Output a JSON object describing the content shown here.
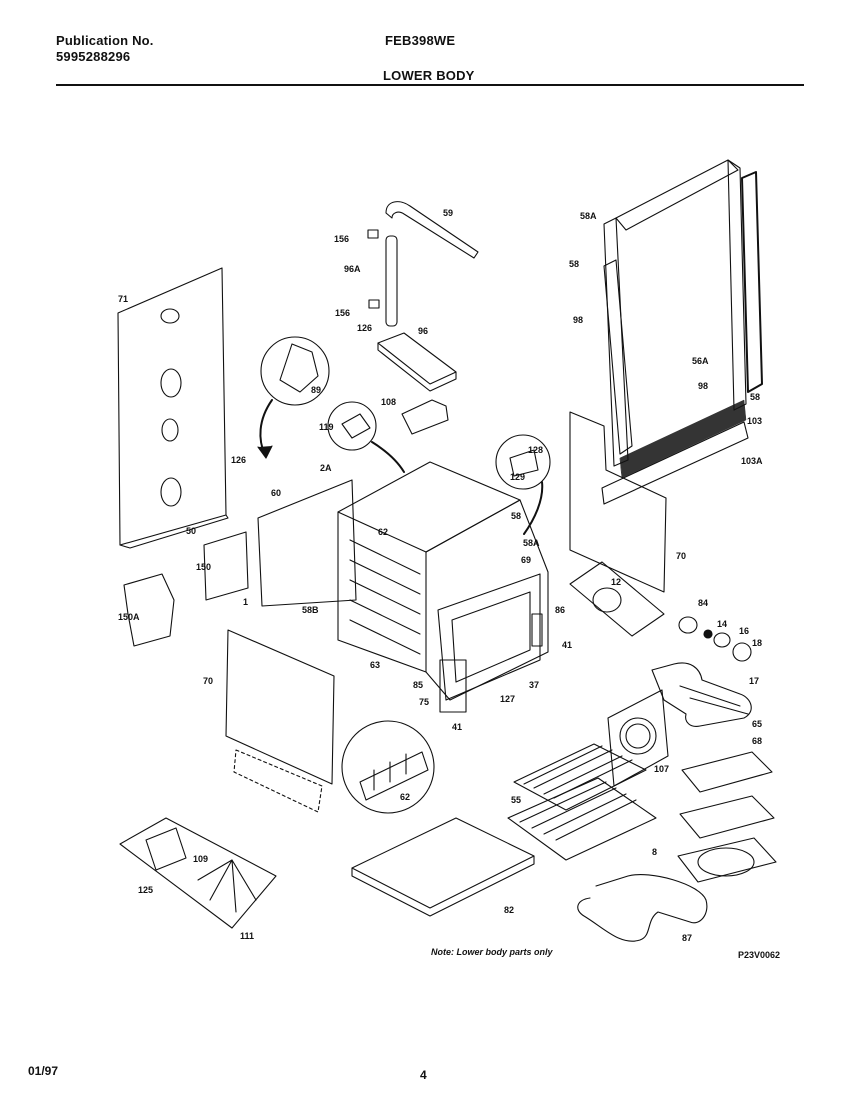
{
  "header": {
    "publication_label": "Publication No.",
    "publication_number": "5995288296",
    "model": "FEB398WE",
    "section": "LOWER BODY"
  },
  "callouts": [
    {
      "id": "c59",
      "text": "59"
    },
    {
      "id": "c156a",
      "text": "156"
    },
    {
      "id": "c96a",
      "text": "96A"
    },
    {
      "id": "c156b",
      "text": "156"
    },
    {
      "id": "c126a",
      "text": "126"
    },
    {
      "id": "c96",
      "text": "96"
    },
    {
      "id": "c71",
      "text": "71"
    },
    {
      "id": "c89",
      "text": "89"
    },
    {
      "id": "c108",
      "text": "108"
    },
    {
      "id": "c119",
      "text": "119"
    },
    {
      "id": "c126b",
      "text": "126"
    },
    {
      "id": "c60",
      "text": "60"
    },
    {
      "id": "c2a",
      "text": "2A"
    },
    {
      "id": "c50",
      "text": "50"
    },
    {
      "id": "c150",
      "text": "150"
    },
    {
      "id": "c150a",
      "text": "150A"
    },
    {
      "id": "c1",
      "text": "1"
    },
    {
      "id": "c58b",
      "text": "58B"
    },
    {
      "id": "c62a",
      "text": "62"
    },
    {
      "id": "c63",
      "text": "63"
    },
    {
      "id": "c58a",
      "text": "58A"
    },
    {
      "id": "c58aa",
      "text": "58A"
    },
    {
      "id": "c58_1",
      "text": "58"
    },
    {
      "id": "c98",
      "text": "98"
    },
    {
      "id": "c56a2",
      "text": "56A"
    },
    {
      "id": "c98b",
      "text": "98"
    },
    {
      "id": "c58_2",
      "text": "58"
    },
    {
      "id": "c103",
      "text": "103"
    },
    {
      "id": "c103a",
      "text": "103A"
    },
    {
      "id": "c128",
      "text": "128"
    },
    {
      "id": "c129",
      "text": "129"
    },
    {
      "id": "c58c",
      "text": "58"
    },
    {
      "id": "c69",
      "text": "69"
    },
    {
      "id": "c12",
      "text": "12"
    },
    {
      "id": "c70a",
      "text": "70"
    },
    {
      "id": "c86",
      "text": "86"
    },
    {
      "id": "c41a",
      "text": "41"
    },
    {
      "id": "c84",
      "text": "84"
    },
    {
      "id": "c14",
      "text": "14"
    },
    {
      "id": "c16",
      "text": "16"
    },
    {
      "id": "c18",
      "text": "18"
    },
    {
      "id": "c17",
      "text": "17"
    },
    {
      "id": "c70b",
      "text": "70"
    },
    {
      "id": "c85",
      "text": "85"
    },
    {
      "id": "c75",
      "text": "75"
    },
    {
      "id": "c127",
      "text": "127"
    },
    {
      "id": "c37",
      "text": "37"
    },
    {
      "id": "c41b",
      "text": "41"
    },
    {
      "id": "c65",
      "text": "65"
    },
    {
      "id": "c68",
      "text": "68"
    },
    {
      "id": "c107",
      "text": "107"
    },
    {
      "id": "c62b",
      "text": "62"
    },
    {
      "id": "c55",
      "text": "55"
    },
    {
      "id": "c8",
      "text": "8"
    },
    {
      "id": "c109",
      "text": "109"
    },
    {
      "id": "c125",
      "text": "125"
    },
    {
      "id": "c111",
      "text": "111"
    },
    {
      "id": "c82",
      "text": "82"
    },
    {
      "id": "c87",
      "text": "87"
    }
  ],
  "note": "Note: Lower body parts only",
  "drawing_code": "P23V0062",
  "footer": {
    "date": "01/97",
    "page": "4"
  }
}
